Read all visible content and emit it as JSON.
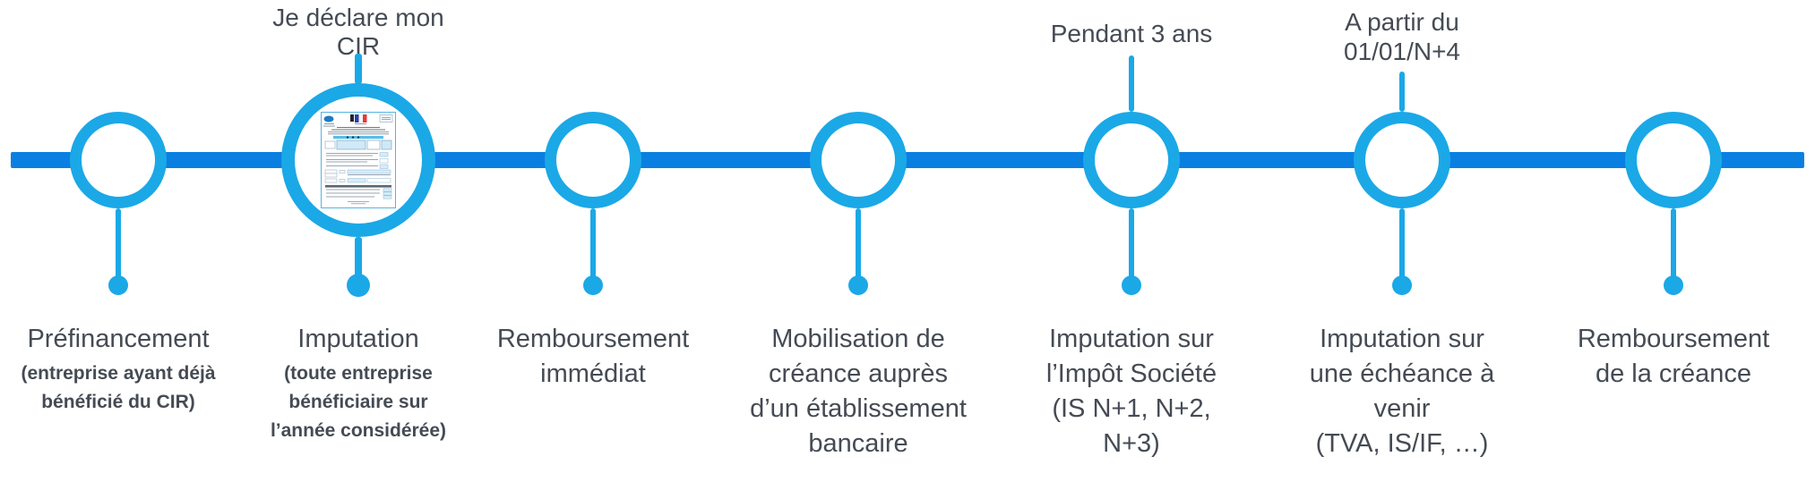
{
  "colors": {
    "timeline_bar": "#0a7fe2",
    "node_accent": "#1ba8e6",
    "text": "#454b54"
  },
  "timeline": {
    "nodes": [
      {
        "top_label": "",
        "title": "Préfinancement",
        "subtitle": "(entreprise ayant déjà\nbénéficié du CIR)"
      },
      {
        "top_label": "Je déclare mon\nCIR",
        "title": "Imputation",
        "subtitle": "(toute entreprise\nbénéficiaire sur\nl’année considérée)",
        "icon": "cir-declaration-form-document"
      },
      {
        "top_label": "",
        "title": "Remboursement\nimmédiat",
        "subtitle": ""
      },
      {
        "top_label": "",
        "title": "Mobilisation de\ncréance auprès\nd’un établissement\nbancaire",
        "subtitle": ""
      },
      {
        "top_label": "Pendant 3 ans",
        "title": "Imputation sur\nl’Impôt Société\n(IS N+1, N+2,\nN+3)",
        "subtitle": ""
      },
      {
        "top_label": "A partir du\n01/01/N+4",
        "title": "Imputation sur\nune échéance à\nvenir\n(TVA, IS/IF, …)",
        "subtitle": ""
      },
      {
        "top_label": "",
        "title": "Remboursement\nde la créance",
        "subtitle": ""
      }
    ]
  }
}
